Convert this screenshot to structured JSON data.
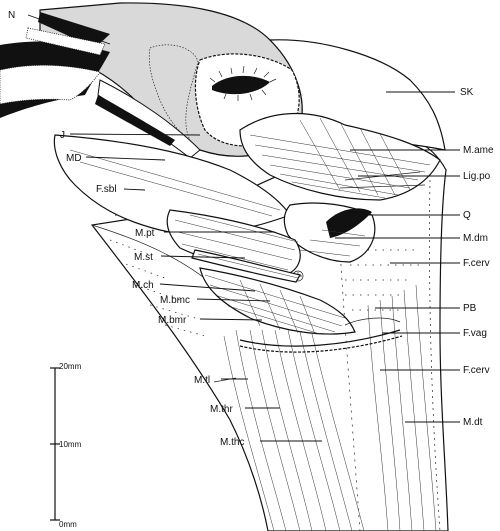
{
  "labels": {
    "n": "N",
    "j": "J",
    "md": "MD",
    "f_sbl": "F.sbl",
    "m_pt": "M.pt",
    "m_st": "M.st",
    "m_ch": "M.ch",
    "m_bmc": "M.bmc",
    "m_bmr": "M.bmr",
    "m_tl": "M.tl",
    "m_thr": "M.thr",
    "m_thc": "M.thc",
    "sk": "SK",
    "m_ame": "M.ame",
    "lig_po": "Lig.po",
    "q": "Q",
    "m_dm": "M.dm",
    "f_cerv_upper": "F.cerv",
    "pb": "PB",
    "f_vag": "F.vag",
    "f_cerv_lower": "F.cerv",
    "m_dt": "M.dt"
  },
  "scale_bar": {
    "ticks": [
      "20mm",
      "10mm",
      "0mm"
    ]
  },
  "colors": {
    "ink": "#111111",
    "skull_fill": "#d9d9d9",
    "background": "#ffffff"
  }
}
